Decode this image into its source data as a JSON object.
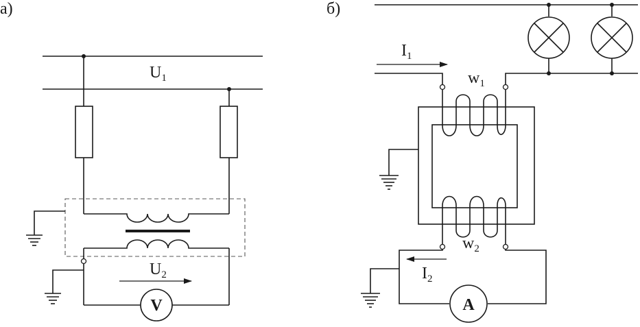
{
  "diagram_a": {
    "panel_label": "а)",
    "u1_symbol": "U",
    "u1_index": "1",
    "u2_symbol": "U",
    "u2_index": "2",
    "meter_symbol": "V"
  },
  "diagram_b": {
    "panel_label": "б)",
    "i1_symbol": "I",
    "i1_index": "1",
    "w1_symbol": "w",
    "w1_index": "1",
    "w2_symbol": "w",
    "w2_index": "2",
    "i2_symbol": "I",
    "i2_index": "2",
    "meter_symbol": "A"
  }
}
